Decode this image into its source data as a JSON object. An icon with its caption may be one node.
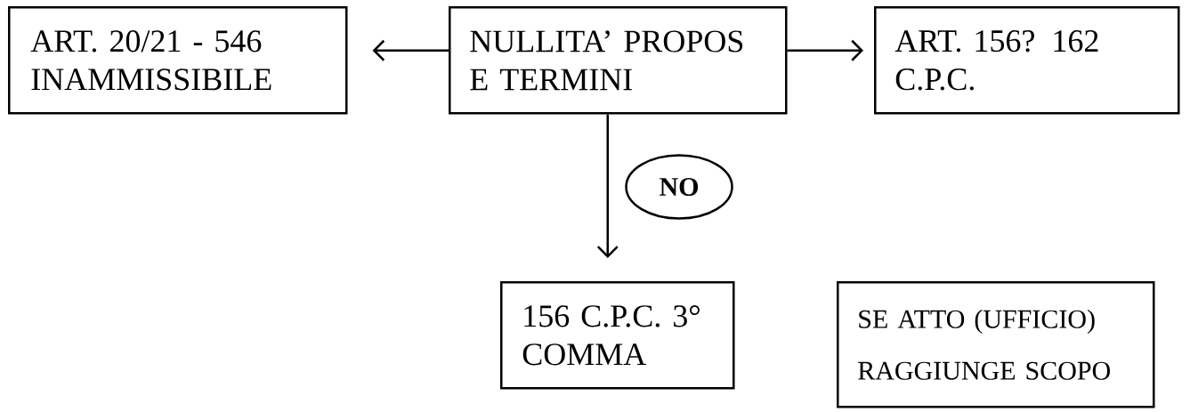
{
  "diagram": {
    "nodes": [
      {
        "text": [
          "ART. 20/21 - 546 INAMMISSIBILE"
        ]
      },
      {
        "text": [
          "NULLITA’ PROPOS E TERMINI"
        ]
      },
      {
        "text": [
          "ART. 156? 162 C.P.C."
        ]
      },
      {
        "text": [
          "NO"
        ]
      },
      {
        "text": [
          "156 C.P.C. 3° COMMA"
        ]
      },
      {
        "text": [
          "SE ATTO (UFFICIO)",
          "RAGGIUNGE SCOPO"
        ]
      }
    ],
    "edges": [
      {
        "from": 1,
        "to": 0,
        "arrow": "to"
      },
      {
        "from": 1,
        "to": 2,
        "arrow": "to"
      },
      {
        "from": 1,
        "to": 4,
        "arrow": "to"
      }
    ]
  }
}
